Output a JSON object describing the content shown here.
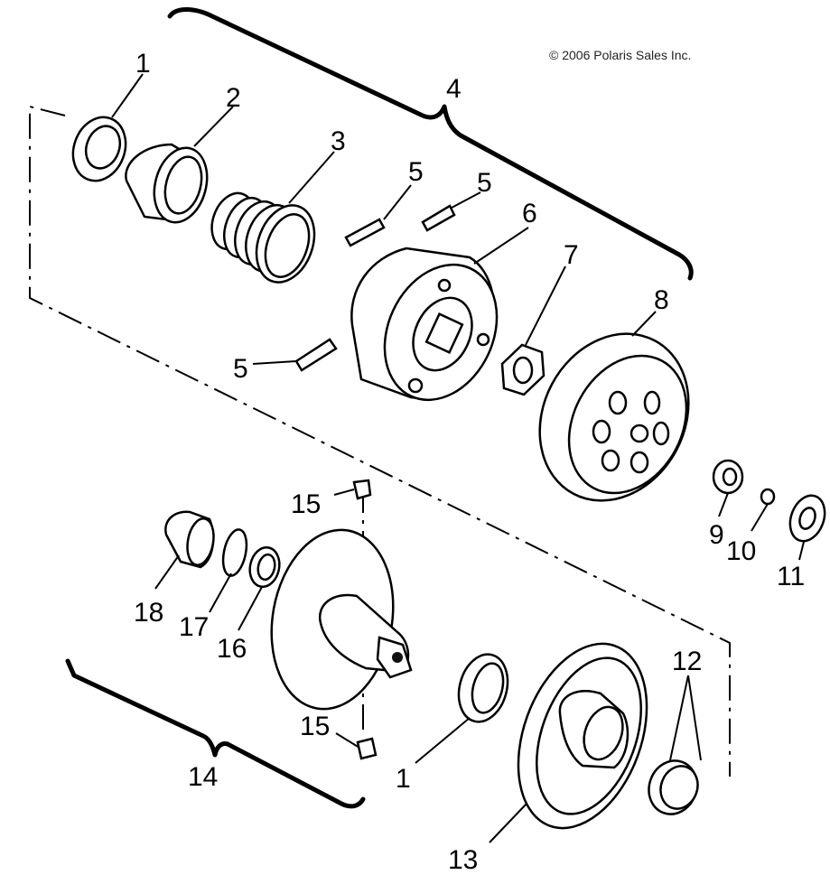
{
  "copyright": "© 2006 Polaris Sales Inc.",
  "callouts": {
    "c1a": "1",
    "c2": "2",
    "c3": "3",
    "c4": "4",
    "c5a": "5",
    "c5b": "5",
    "c5c": "5",
    "c6": "6",
    "c7": "7",
    "c8": "8",
    "c9": "9",
    "c10": "10",
    "c11": "11",
    "c12": "12",
    "c13": "13",
    "c14": "14",
    "c15a": "15",
    "c15b": "15",
    "c16": "16",
    "c17": "17",
    "c18": "18",
    "c1b": "1"
  }
}
